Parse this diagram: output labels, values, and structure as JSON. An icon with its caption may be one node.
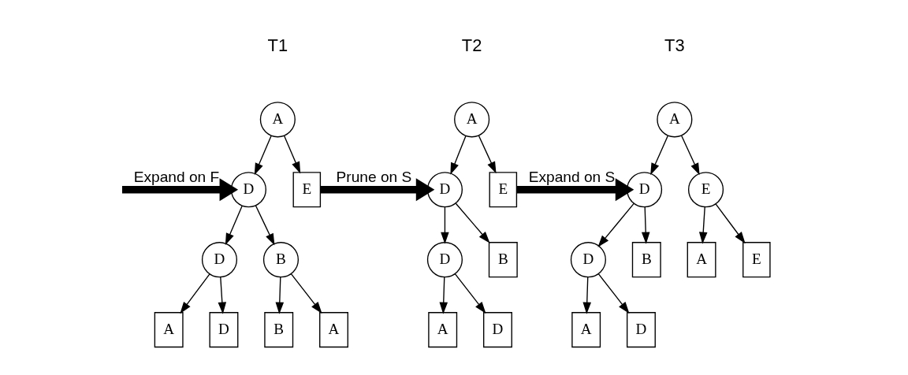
{
  "diagram": {
    "nodes": [
      {
        "text": [
          "A"
        ]
      },
      {
        "text": [
          "D"
        ]
      },
      {
        "text": [
          "E"
        ]
      },
      {
        "text": [
          "D"
        ]
      },
      {
        "text": [
          "B"
        ]
      },
      {
        "text": [
          "A"
        ]
      },
      {
        "text": [
          "D"
        ]
      },
      {
        "text": [
          "B"
        ]
      },
      {
        "text": [
          "A"
        ]
      },
      {
        "text": [
          "A"
        ]
      },
      {
        "text": [
          "D"
        ]
      },
      {
        "text": [
          "E"
        ]
      },
      {
        "text": [
          "D"
        ]
      },
      {
        "text": [
          "B"
        ]
      },
      {
        "text": [
          "A"
        ]
      },
      {
        "text": [
          "D"
        ]
      },
      {
        "text": [
          "A"
        ]
      },
      {
        "text": [
          "D"
        ]
      },
      {
        "text": [
          "E"
        ]
      },
      {
        "text": [
          "D"
        ]
      },
      {
        "text": [
          "B"
        ]
      },
      {
        "text": [
          "A"
        ]
      },
      {
        "text": [
          "D"
        ]
      },
      {
        "text": [
          "A"
        ]
      },
      {
        "text": [
          "E"
        ]
      }
    ],
    "edges": [
      {
        "from": null,
        "to": 1,
        "arrow": "to",
        "label": "Expand on F",
        "style": "thick"
      },
      {
        "from": 0,
        "to": 1,
        "arrow": "to"
      },
      {
        "from": 0,
        "to": 2,
        "arrow": "to"
      },
      {
        "from": 1,
        "to": 3,
        "arrow": "to"
      },
      {
        "from": 1,
        "to": 4,
        "arrow": "to"
      },
      {
        "from": 3,
        "to": 5,
        "arrow": "to"
      },
      {
        "from": 3,
        "to": 6,
        "arrow": "to"
      },
      {
        "from": 4,
        "to": 7,
        "arrow": "to"
      },
      {
        "from": 4,
        "to": 8,
        "arrow": "to"
      },
      {
        "from": 2,
        "to": 10,
        "arrow": "to",
        "label": "Prune on S",
        "style": "thick"
      },
      {
        "from": 9,
        "to": 10,
        "arrow": "to"
      },
      {
        "from": 9,
        "to": 11,
        "arrow": "to"
      },
      {
        "from": 10,
        "to": 12,
        "arrow": "to"
      },
      {
        "from": 10,
        "to": 13,
        "arrow": "to"
      },
      {
        "from": 12,
        "to": 14,
        "arrow": "to"
      },
      {
        "from": 12,
        "to": 15,
        "arrow": "to"
      },
      {
        "from": 11,
        "to": 17,
        "arrow": "to",
        "label": "Expand on S",
        "style": "thick"
      },
      {
        "from": 16,
        "to": 17,
        "arrow": "to"
      },
      {
        "from": 16,
        "to": 18,
        "arrow": "to"
      },
      {
        "from": 17,
        "to": 19,
        "arrow": "to"
      },
      {
        "from": 17,
        "to": 20,
        "arrow": "to"
      },
      {
        "from": 19,
        "to": 21,
        "arrow": "to"
      },
      {
        "from": 19,
        "to": 22,
        "arrow": "to"
      },
      {
        "from": 18,
        "to": 23,
        "arrow": "to"
      },
      {
        "from": 18,
        "to": 24,
        "arrow": "to"
      }
    ],
    "labels": [
      "T1",
      "T2",
      "T3"
    ]
  }
}
